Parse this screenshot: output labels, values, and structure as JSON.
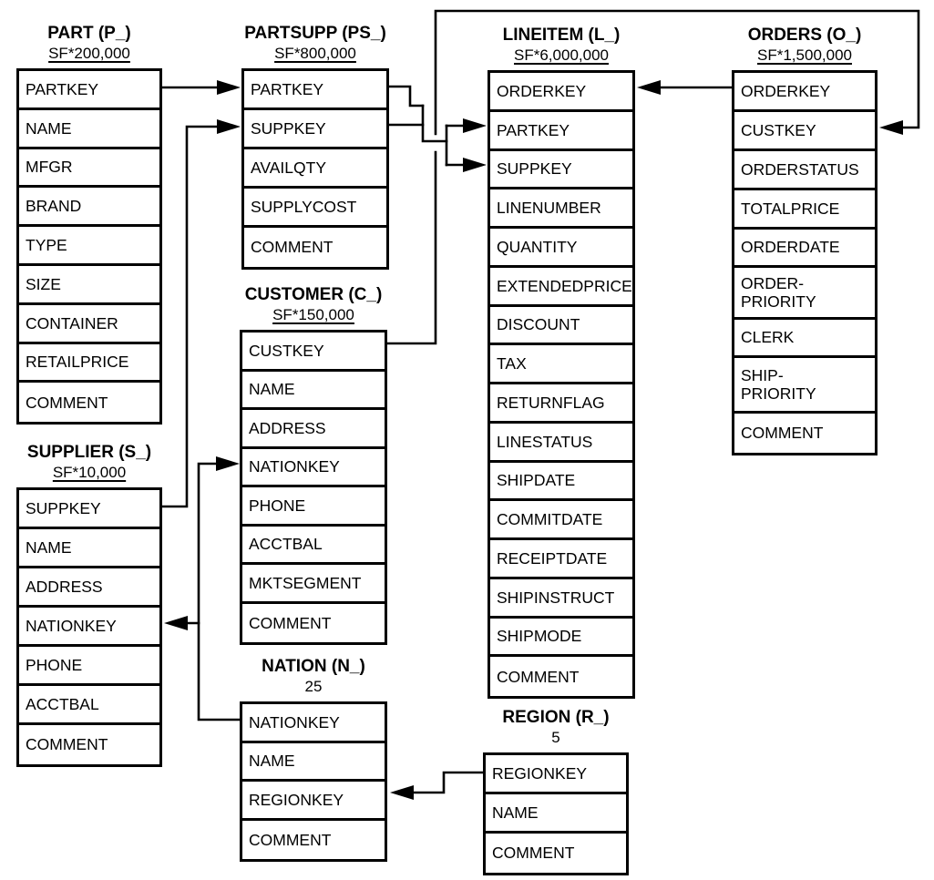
{
  "diagram": {
    "type": "database-schema",
    "tables": [
      {
        "id": "part",
        "name": "PART (P_)",
        "cardinality": "SF*200,000",
        "columns": [
          "PARTKEY",
          "NAME",
          "MFGR",
          "BRAND",
          "TYPE",
          "SIZE",
          "CONTAINER",
          "RETAILPRICE",
          "COMMENT"
        ]
      },
      {
        "id": "partsupp",
        "name": "PARTSUPP (PS_)",
        "cardinality": "SF*800,000",
        "columns": [
          "PARTKEY",
          "SUPPKEY",
          "AVAILQTY",
          "SUPPLYCOST",
          "COMMENT"
        ]
      },
      {
        "id": "lineitem",
        "name": "LINEITEM (L_)",
        "cardinality": "SF*6,000,000",
        "columns": [
          "ORDERKEY",
          "PARTKEY",
          "SUPPKEY",
          "LINENUMBER",
          "QUANTITY",
          "EXTENDEDPRICE",
          "DISCOUNT",
          "TAX",
          "RETURNFLAG",
          "LINESTATUS",
          "SHIPDATE",
          "COMMITDATE",
          "RECEIPTDATE",
          "SHIPINSTRUCT",
          "SHIPMODE",
          "COMMENT"
        ]
      },
      {
        "id": "orders",
        "name": "ORDERS (O_)",
        "cardinality": "SF*1,500,000",
        "columns": [
          "ORDERKEY",
          "CUSTKEY",
          "ORDERSTATUS",
          "TOTALPRICE",
          "ORDERDATE",
          "ORDER-\nPRIORITY",
          "CLERK",
          "SHIP-\nPRIORITY",
          "COMMENT"
        ]
      },
      {
        "id": "customer",
        "name": "CUSTOMER (C_)",
        "cardinality": "SF*150,000",
        "columns": [
          "CUSTKEY",
          "NAME",
          "ADDRESS",
          "NATIONKEY",
          "PHONE",
          "ACCTBAL",
          "MKTSEGMENT",
          "COMMENT"
        ]
      },
      {
        "id": "supplier",
        "name": "SUPPLIER (S_)",
        "cardinality": "SF*10,000",
        "columns": [
          "SUPPKEY",
          "NAME",
          "ADDRESS",
          "NATIONKEY",
          "PHONE",
          "ACCTBAL",
          "COMMENT"
        ]
      },
      {
        "id": "nation",
        "name": "NATION (N_)",
        "cardinality": "25",
        "columns": [
          "NATIONKEY",
          "NAME",
          "REGIONKEY",
          "COMMENT"
        ]
      },
      {
        "id": "region",
        "name": "REGION (R_)",
        "cardinality": "5",
        "columns": [
          "REGIONKEY",
          "NAME",
          "COMMENT"
        ]
      }
    ],
    "relationships": [
      {
        "from": "PART.PARTKEY",
        "to": "PARTSUPP.PARTKEY"
      },
      {
        "from": "SUPPLIER.SUPPKEY",
        "to": "PARTSUPP.SUPPKEY"
      },
      {
        "from": "PARTSUPP.PARTKEY",
        "to": "LINEITEM.PARTKEY"
      },
      {
        "from": "PARTSUPP.SUPPKEY",
        "to": "LINEITEM.SUPPKEY"
      },
      {
        "from": "ORDERS.ORDERKEY",
        "to": "LINEITEM.ORDERKEY"
      },
      {
        "from": "CUSTOMER.CUSTKEY",
        "to": "ORDERS.CUSTKEY"
      },
      {
        "from": "NATION.NATIONKEY",
        "to": "SUPPLIER.NATIONKEY"
      },
      {
        "from": "NATION.NATIONKEY",
        "to": "CUSTOMER.NATIONKEY"
      },
      {
        "from": "REGION.REGIONKEY",
        "to": "NATION.REGIONKEY"
      }
    ]
  },
  "colors": {
    "line": "#000000",
    "background": "#ffffff",
    "text": "#000000"
  }
}
